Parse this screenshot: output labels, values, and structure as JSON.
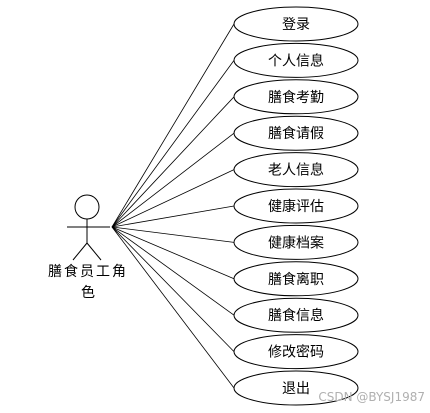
{
  "actor": {
    "label_line1": "膳食员工角",
    "label_line2": "色"
  },
  "use_cases": [
    {
      "label": "登录"
    },
    {
      "label": "个人信息"
    },
    {
      "label": "膳食考勤"
    },
    {
      "label": "膳食请假"
    },
    {
      "label": "老人信息"
    },
    {
      "label": "健康评估"
    },
    {
      "label": "健康档案"
    },
    {
      "label": "膳食离职"
    },
    {
      "label": "膳食信息"
    },
    {
      "label": "修改密码"
    },
    {
      "label": "退出"
    }
  ],
  "watermark": "CSDN @BYSJ1987"
}
